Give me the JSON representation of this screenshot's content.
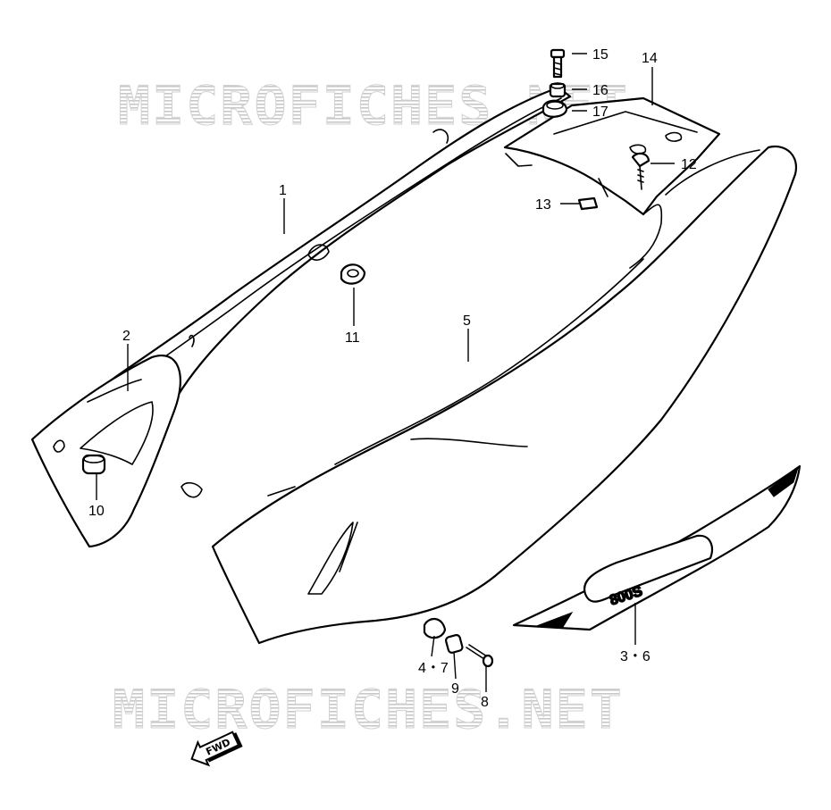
{
  "watermark": {
    "text_top": "MICROFICHES.NET",
    "text_bottom": "MICROFICHES.NET",
    "color": "#cfcfcf"
  },
  "decal": {
    "text": "800S"
  },
  "fwd_arrow": {
    "label": "FWD",
    "icon": "forward-arrow-icon"
  },
  "callouts": [
    {
      "id": "1",
      "label": "1"
    },
    {
      "id": "2",
      "label": "2"
    },
    {
      "id": "3-6",
      "label": "3・6"
    },
    {
      "id": "4-7",
      "label": "4・7"
    },
    {
      "id": "5",
      "label": "5"
    },
    {
      "id": "8",
      "label": "8"
    },
    {
      "id": "9",
      "label": "9"
    },
    {
      "id": "10",
      "label": "10"
    },
    {
      "id": "11",
      "label": "11"
    },
    {
      "id": "12",
      "label": "12"
    },
    {
      "id": "13",
      "label": "13"
    },
    {
      "id": "14",
      "label": "14"
    },
    {
      "id": "15",
      "label": "15"
    },
    {
      "id": "16",
      "label": "16"
    },
    {
      "id": "17",
      "label": "17"
    }
  ]
}
